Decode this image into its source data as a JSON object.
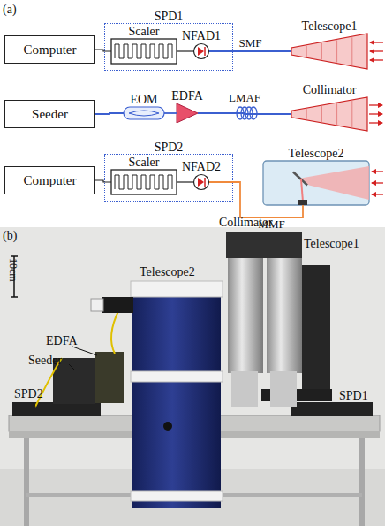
{
  "diagram": {
    "nodes": [
      {
        "text": [
          "Computer"
        ]
      },
      {
        "text": [
          "SPD1"
        ]
      },
      {
        "text": [
          "Scaler"
        ],
        "in": 1
      },
      {
        "text": [
          "NFAD1"
        ],
        "in": 1
      },
      {
        "text": [
          "Telescope1"
        ]
      },
      {
        "text": [
          "Seeder"
        ]
      },
      {
        "text": [
          "EOM"
        ]
      },
      {
        "text": [
          "EDFA"
        ]
      },
      {
        "text": [
          "Collimator"
        ]
      },
      {
        "text": [
          "Computer"
        ]
      },
      {
        "text": [
          "SPD2"
        ]
      },
      {
        "text": [
          "Scaler"
        ],
        "in": 10
      },
      {
        "text": [
          "NFAD2"
        ],
        "in": 10
      },
      {
        "text": [
          "Telescope2"
        ]
      }
    ],
    "edges": [
      {
        "from": 0,
        "to": 2,
        "arrow": "none"
      },
      {
        "from": 2,
        "to": 3,
        "arrow": "none"
      },
      {
        "from": 3,
        "to": 4,
        "label": "SMF",
        "arrow": "none"
      },
      {
        "from": 5,
        "to": 6,
        "arrow": "none"
      },
      {
        "from": 6,
        "to": 7,
        "arrow": "none"
      },
      {
        "from": 7,
        "to": 8,
        "label": "LMAF",
        "arrow": "none"
      },
      {
        "from": 9,
        "to": 11,
        "arrow": "none"
      },
      {
        "from": 11,
        "to": 12,
        "arrow": "none"
      },
      {
        "from": 12,
        "to": 13,
        "label": "MMF",
        "arrow": "none"
      }
    ],
    "labels": [
      "(a)",
      "(b)",
      "10cm",
      "Telescope2",
      "Collimator",
      "Telescope1",
      "EDFA",
      "Seeder",
      "SPD2",
      "SPD1"
    ]
  }
}
